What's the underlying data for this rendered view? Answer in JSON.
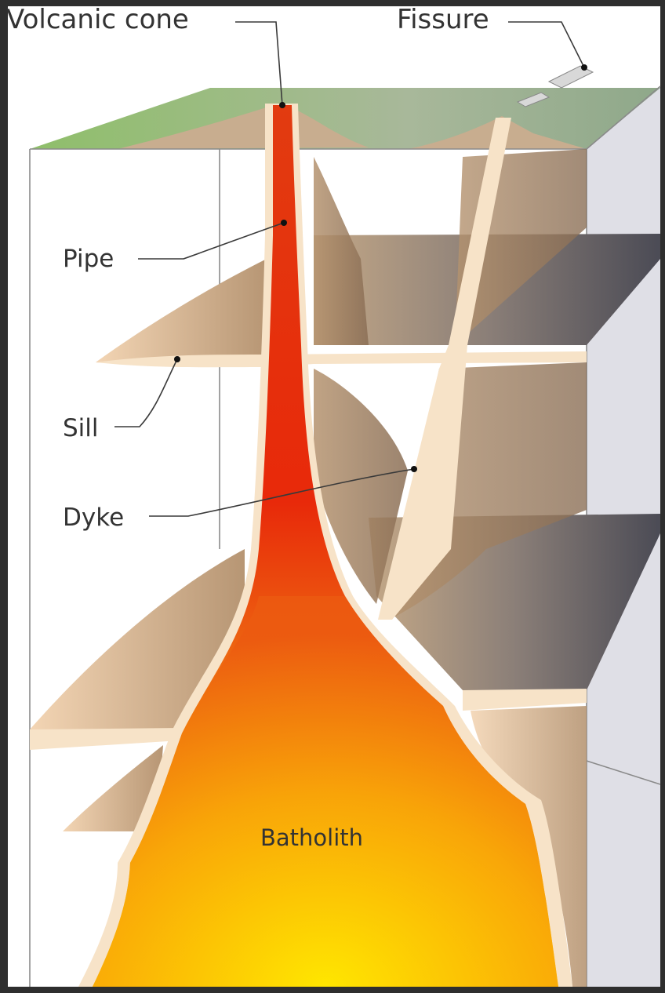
{
  "labels": {
    "volcanic_cone": "Volcanic cone",
    "fissure": "Fissure",
    "pipe": "Pipe",
    "sill": "Sill",
    "dyke": "Dyke",
    "batholith": "Batholith"
  },
  "colors": {
    "background": "#2e2e2e",
    "panel": "#ffffff",
    "ground_surface": "#9fb98a",
    "rock_face": "#c9ab8a",
    "intrusion_rim": "#f7e3c8",
    "magma_top": "#e8380f",
    "magma_mid": "#ef7a16",
    "magma_bottom": "#ffd400"
  }
}
